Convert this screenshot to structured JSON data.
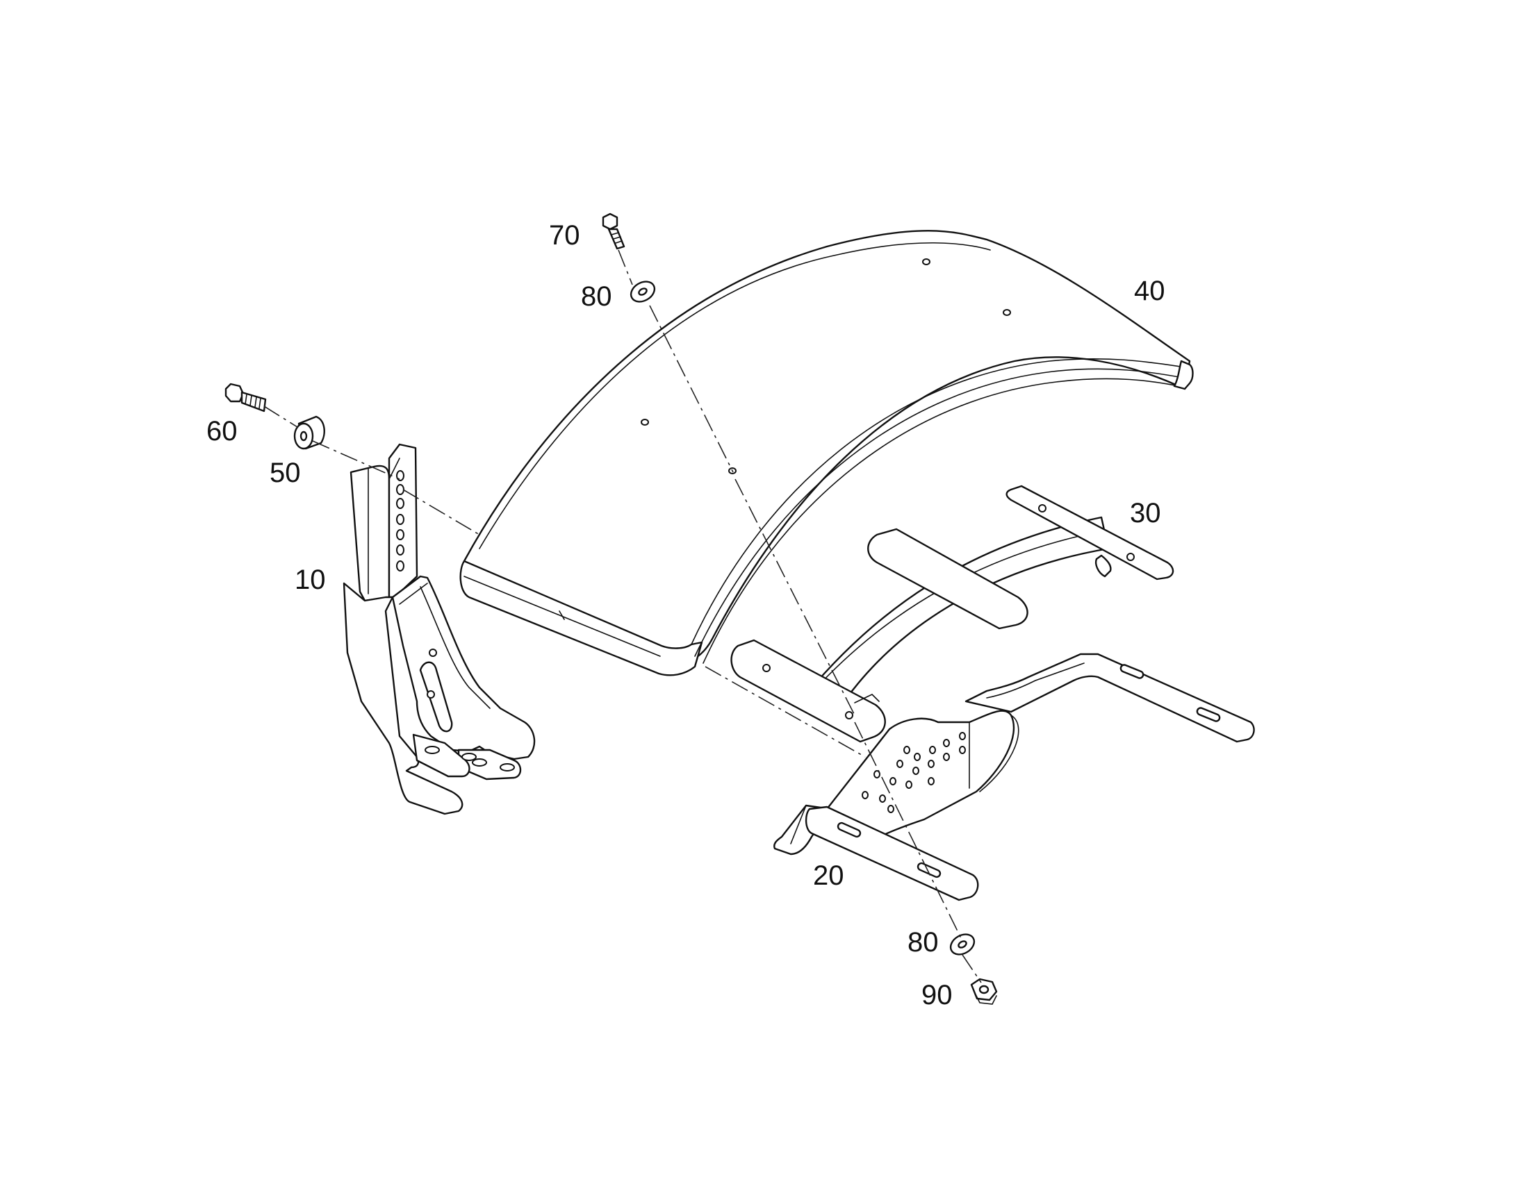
{
  "callouts": {
    "c70": "70",
    "c80_top": "80",
    "c40": "40",
    "c60": "60",
    "c50": "50",
    "c30": "30",
    "c10": "10",
    "c20": "20",
    "c80_bottom": "80",
    "c90": "90"
  }
}
